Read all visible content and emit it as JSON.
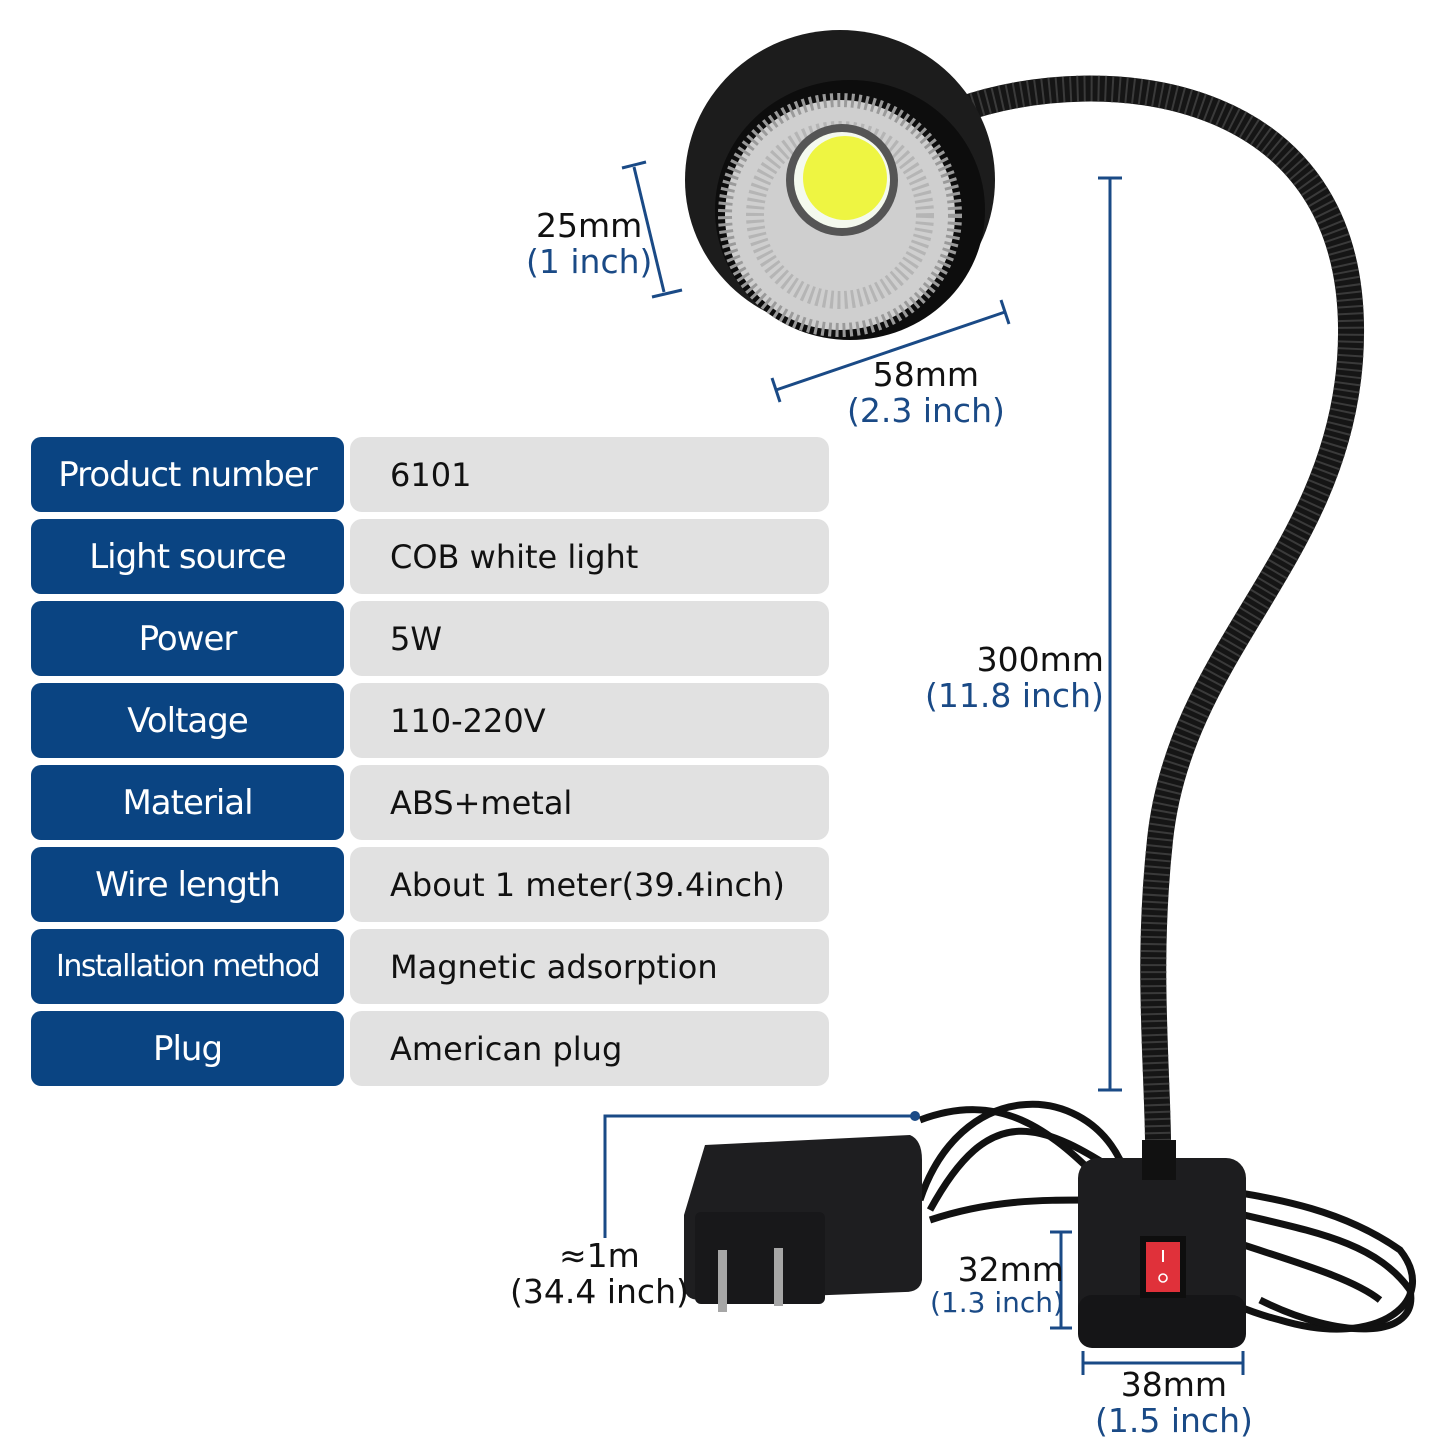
{
  "spec_table": {
    "rows": [
      {
        "label": "Product number",
        "value": "6101"
      },
      {
        "label": "Light source",
        "value": "COB white light"
      },
      {
        "label": "Power",
        "value": "5W"
      },
      {
        "label": "Voltage",
        "value": "110-220V"
      },
      {
        "label": "Material",
        "value": "ABS+metal"
      },
      {
        "label": "Wire length",
        "value": "About 1 meter(39.4inch)"
      },
      {
        "label": "Installation method",
        "value": "Magnetic adsorption"
      },
      {
        "label": "Plug",
        "value": "American plug"
      }
    ]
  },
  "dimensions": {
    "head_depth": {
      "mm": "25mm",
      "inch": "(1 inch)"
    },
    "head_diameter": {
      "mm": "58mm",
      "inch": "(2.3 inch)"
    },
    "gooseneck_length": {
      "mm": "300mm",
      "inch": "(11.8 inch)"
    },
    "cable_length": {
      "mm": "≈1m",
      "inch": "(34.4 inch)"
    },
    "base_height": {
      "mm": "32mm",
      "inch": "(1.3 inch)"
    },
    "base_width": {
      "mm": "38mm",
      "inch": "(1.5 inch)"
    }
  },
  "switch": {
    "on_symbol": "I",
    "off_symbol": "O"
  },
  "colors": {
    "label_bg": "#0a4482",
    "value_bg": "#e1e1e1",
    "dimension_line": "#1a4a86",
    "switch_red": "#e0313a",
    "led_yellow": "#eef542"
  }
}
